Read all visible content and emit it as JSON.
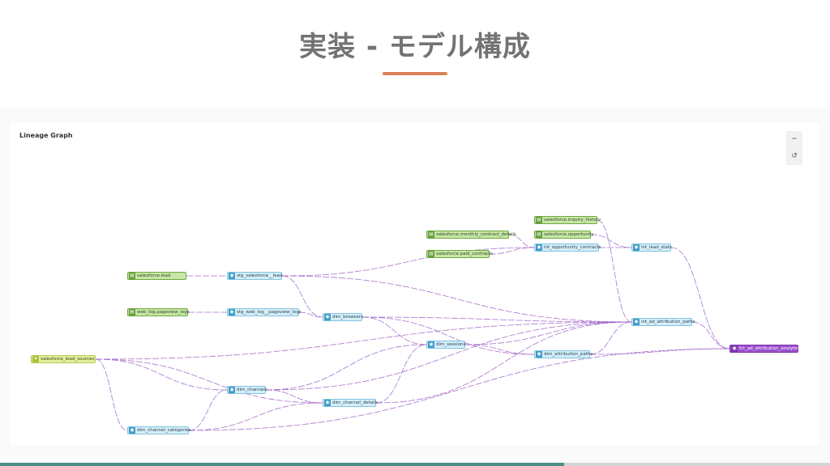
{
  "slide": {
    "title": "実装 - モデル構成",
    "progress_fraction": 0.68
  },
  "panel": {
    "title": "Lineage Graph",
    "zoom_out_label": "−",
    "reset_label": "↺"
  },
  "nodes": {
    "salesforce_lead": "salesforce.lead",
    "web_log_pageview_logs": "web_log.pageview_logs",
    "salesforce_lead_sources": "salesforce_lead_sources",
    "stg_salesforce__lead": "stg_salesforce__lead",
    "stg_web_log__pageview_logs": "stg_web_log__pageview_logs",
    "dim_browsers": "dim_browsers",
    "dim_sessions": "dim_sessions",
    "dim_channels": "dim_channels",
    "dim_channel_details": "dim_channel_details",
    "dim_channel_categories": "dim_channel_categories",
    "dim_attribution_paths": "dim_attribution_paths",
    "salesforce_monthly_contract_details": "salesforce.monthly_contract_details",
    "salesforce_paid_contracts": "salesforce.paid_contracts",
    "salesforce_inquiry_history": "salesforce.inquiry_history",
    "salesforce_opportunity": "salesforce.opportunity",
    "int_opportunity_contracts": "int_opportunity_contracts",
    "int_lead_stats": "int_lead_stats",
    "int_ad_attribution_paths": "int_ad_attribution_paths",
    "fct_ad_attribution_analytics": "fct_ad_attribution_analytics"
  },
  "edges": [
    [
      "salesforce_lead",
      "stg_salesforce__lead"
    ],
    [
      "web_log_pageview_logs",
      "stg_web_log__pageview_logs"
    ],
    [
      "stg_web_log__pageview_logs",
      "dim_browsers"
    ],
    [
      "stg_salesforce__lead",
      "dim_browsers"
    ],
    [
      "stg_salesforce__lead",
      "int_opportunity_contracts"
    ],
    [
      "stg_salesforce__lead",
      "int_ad_attribution_paths"
    ],
    [
      "salesforce_monthly_contract_details",
      "int_opportunity_contracts"
    ],
    [
      "salesforce_paid_contracts",
      "int_opportunity_contracts"
    ],
    [
      "salesforce_opportunity",
      "int_lead_stats"
    ],
    [
      "salesforce_inquiry_history",
      "int_ad_attribution_paths"
    ],
    [
      "int_opportunity_contracts",
      "int_lead_stats"
    ],
    [
      "int_lead_stats",
      "fct_ad_attribution_analytics"
    ],
    [
      "int_ad_attribution_paths",
      "fct_ad_attribution_analytics"
    ],
    [
      "dim_attribution_paths",
      "fct_ad_attribution_analytics"
    ],
    [
      "dim_attribution_paths",
      "int_ad_attribution_paths"
    ],
    [
      "salesforce_lead_sources",
      "dim_channels"
    ],
    [
      "salesforce_lead_sources",
      "dim_channel_categories"
    ],
    [
      "salesforce_lead_sources",
      "dim_channel_details"
    ],
    [
      "salesforce_lead_sources",
      "int_ad_attribution_paths"
    ],
    [
      "dim_browsers",
      "dim_sessions"
    ],
    [
      "dim_browsers",
      "int_ad_attribution_paths"
    ],
    [
      "dim_browsers",
      "dim_attribution_paths"
    ],
    [
      "dim_sessions",
      "int_ad_attribution_paths"
    ],
    [
      "dim_sessions",
      "dim_attribution_paths"
    ],
    [
      "dim_channels",
      "dim_channel_details"
    ],
    [
      "dim_channels",
      "int_ad_attribution_paths"
    ],
    [
      "dim_channels",
      "dim_sessions"
    ],
    [
      "dim_channel_categories",
      "dim_channels"
    ],
    [
      "dim_channel_categories",
      "dim_channel_details"
    ],
    [
      "dim_channel_categories",
      "fct_ad_attribution_analytics"
    ],
    [
      "dim_channel_details",
      "int_ad_attribution_paths"
    ],
    [
      "dim_channel_details",
      "dim_sessions"
    ]
  ],
  "colors": {
    "edge": "#9a5cc6",
    "accent": "#d9805a",
    "progress": "#4a8f86"
  }
}
